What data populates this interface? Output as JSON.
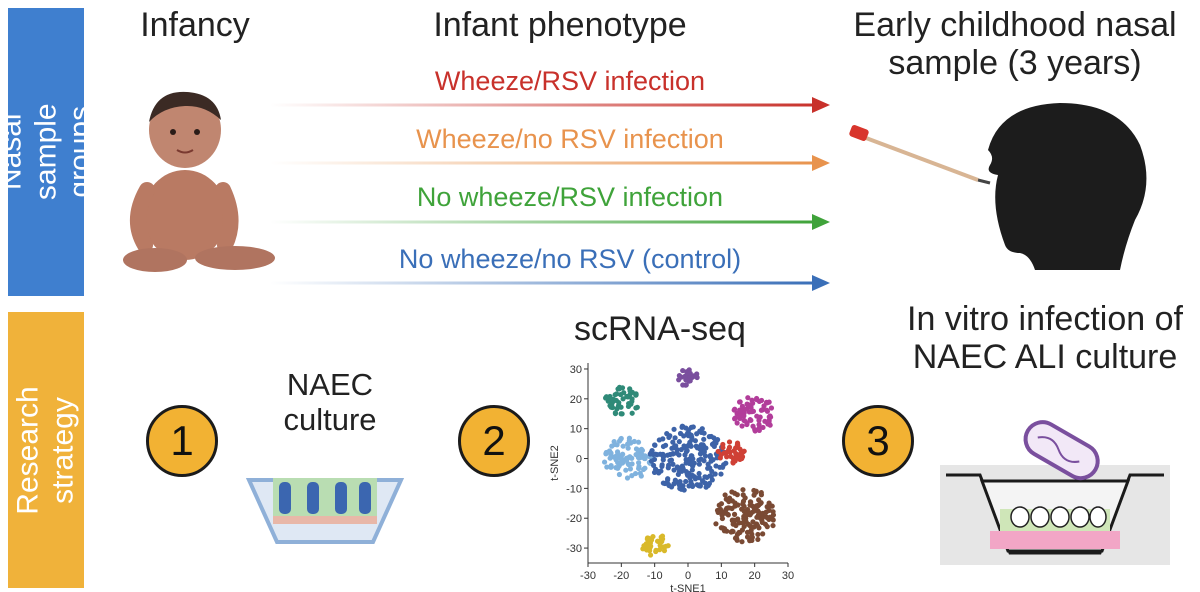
{
  "side_labels": {
    "top": "Nasal sample groups",
    "bottom": "Research strategy"
  },
  "headers": {
    "infancy": "Infancy",
    "phenotype": "Infant phenotype",
    "early_childhood": "Early childhood nasal sample (3 years)"
  },
  "groups": [
    {
      "label": "Wheeze/RSV infection",
      "color": "#c8312b"
    },
    {
      "label": "Wheeze/no RSV infection",
      "color": "#e8934d"
    },
    {
      "label": "No wheeze/RSV infection",
      "color": "#3fa33a"
    },
    {
      "label": "No wheeze/no RSV (control)",
      "color": "#3a6fb8"
    }
  ],
  "steps": [
    {
      "number": "1",
      "label": "NAEC culture"
    },
    {
      "number": "2",
      "label": "scRNA-seq"
    },
    {
      "number": "3",
      "label": "In vitro infection of NAEC ALI culture"
    }
  ],
  "chart_data": {
    "type": "scatter",
    "xlabel": "t-SNE1",
    "ylabel": "t-SNE2",
    "xlim": [
      -30,
      30
    ],
    "ylim": [
      -35,
      32
    ],
    "x_ticks": [
      "-30",
      "-20",
      "-10",
      "0",
      "10",
      "20",
      "30"
    ],
    "y_ticks": [
      "30",
      "20",
      "10",
      "0",
      "-10",
      "-20",
      "-30"
    ],
    "clusters": [
      {
        "color": "#2f8a78",
        "cx": -20,
        "cy": 19,
        "r": 5
      },
      {
        "color": "#7a4f9e",
        "cx": 0,
        "cy": 27,
        "r": 3
      },
      {
        "color": "#b23d9a",
        "cx": 20,
        "cy": 15,
        "r": 6
      },
      {
        "color": "#7fb2de",
        "cx": -18,
        "cy": 0,
        "r": 7
      },
      {
        "color": "#3d63a8",
        "cx": 0,
        "cy": 0,
        "r": 11
      },
      {
        "color": "#cf4036",
        "cx": 13,
        "cy": 2,
        "r": 4
      },
      {
        "color": "#7a4a34",
        "cx": 17,
        "cy": -19,
        "r": 9
      },
      {
        "color": "#d9b92a",
        "cx": -10,
        "cy": -29,
        "r": 4
      }
    ]
  }
}
